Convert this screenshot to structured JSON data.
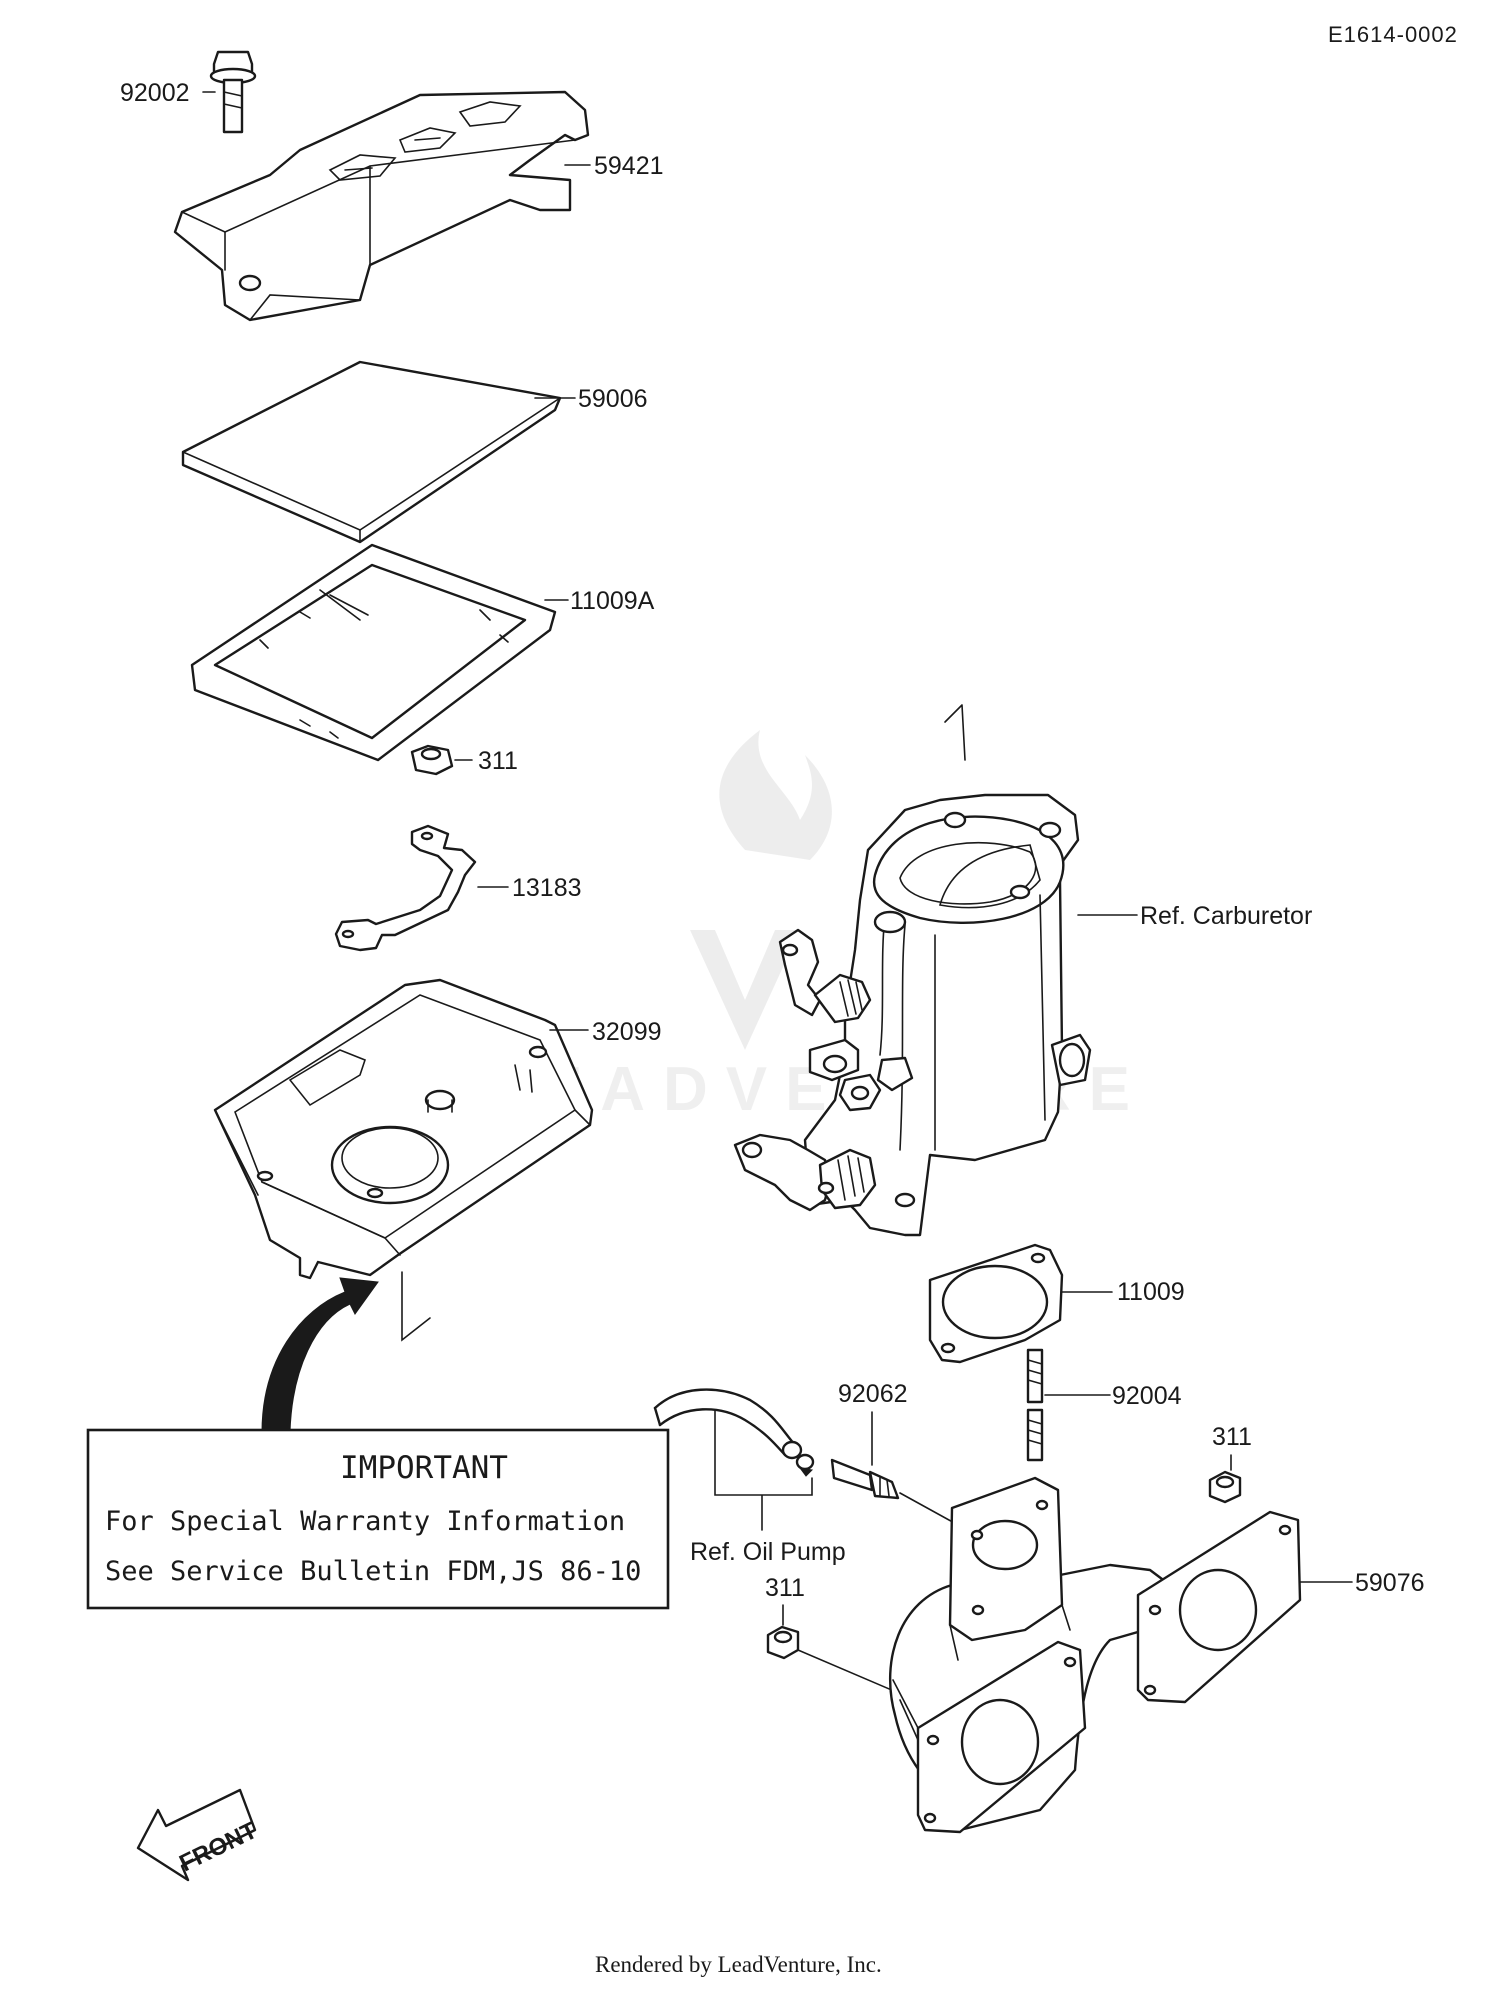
{
  "diagram_code": "E1614-0002",
  "labels": {
    "p92002": "92002",
    "p59421": "59421",
    "p59006": "59006",
    "p11009A": "11009A",
    "p311_top": "311",
    "p13183": "13183",
    "p32099": "32099",
    "ref_carburetor": "Ref. Carburetor",
    "p11009": "11009",
    "p92062": "92062",
    "p92004": "92004",
    "p311_right": "311",
    "ref_oil_pump": "Ref. Oil Pump",
    "p311_left": "311",
    "p59076": "59076"
  },
  "notice": {
    "title": "IMPORTANT",
    "line1": "For Special Warranty Information",
    "line2": "See Service Bulletin FDM,JS 86-10"
  },
  "front_arrow": "FRONT",
  "watermark": "LEADVENTURE",
  "footer": "Rendered by LeadVenture, Inc.",
  "icons": [
    "front-arrow-icon",
    "curved-arrow-icon",
    "leadventure-watermark-icon"
  ],
  "colors": {
    "ink": "#1a1a1a",
    "background": "#ffffff"
  }
}
